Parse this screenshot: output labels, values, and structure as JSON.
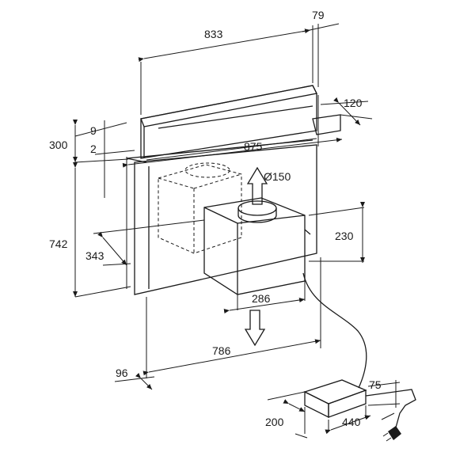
{
  "dimensions": {
    "d833": "833",
    "d79": "79",
    "d120": "120",
    "d9": "9",
    "d300": "300",
    "d2": "2",
    "d875": "875",
    "d150": "Ø150",
    "d742": "742",
    "d343": "343",
    "d230": "230",
    "d286": "286",
    "d786": "786",
    "d96": "96",
    "d75": "75",
    "d200": "200",
    "d440": "440"
  }
}
